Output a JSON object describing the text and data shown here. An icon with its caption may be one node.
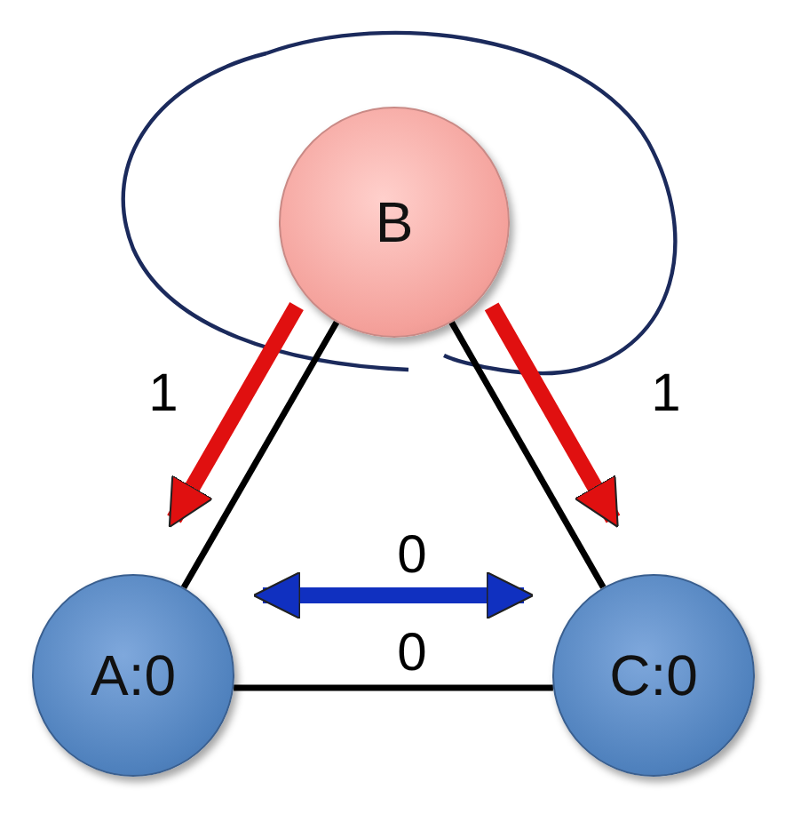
{
  "diagram": {
    "nodes": [
      {
        "text": [
          "B"
        ]
      },
      {
        "text": [
          "A:0"
        ]
      },
      {
        "text": [
          "C:0"
        ]
      }
    ],
    "edges": [
      {
        "from": 0,
        "to": 1,
        "arrow": "none"
      },
      {
        "from": 0,
        "to": 2,
        "arrow": "none"
      },
      {
        "from": 1,
        "to": 2,
        "arrow": "none",
        "label": "0"
      },
      {
        "from": 0,
        "to": 1,
        "arrow": "to",
        "label": "1",
        "style": "thick",
        "color": "#e01010"
      },
      {
        "from": 0,
        "to": 2,
        "arrow": "to",
        "label": "1",
        "style": "thick",
        "color": "#e01010"
      },
      {
        "from": 1,
        "to": 2,
        "arrow": "both",
        "label": "0",
        "style": "thick",
        "color": "#1030c0"
      }
    ]
  }
}
